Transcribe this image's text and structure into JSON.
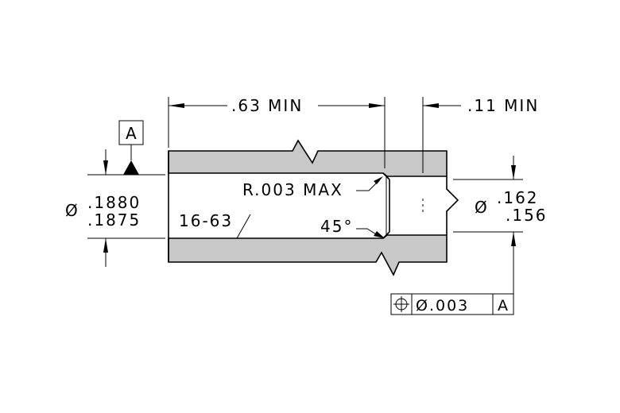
{
  "dimensions": {
    "length_min": ".63 MIN",
    "counterbore_min": ".11 MIN",
    "bore_dia_symbol": "Ø",
    "bore_dia_upper": ".1880",
    "bore_dia_lower": ".1875",
    "counterbore_dia_symbol": "Ø",
    "counterbore_dia_upper": ".162",
    "counterbore_dia_lower": ".156"
  },
  "notes": {
    "radius": "R.003 MAX",
    "chamfer_angle": "45°",
    "surface_finish": "16-63"
  },
  "datum": {
    "label": "A"
  },
  "feature_control_frame": {
    "symbol": "position",
    "tolerance": "Ø.003",
    "datum_ref": "A"
  },
  "colors": {
    "part_fill": "#c8c8c8",
    "line": "#000000"
  }
}
